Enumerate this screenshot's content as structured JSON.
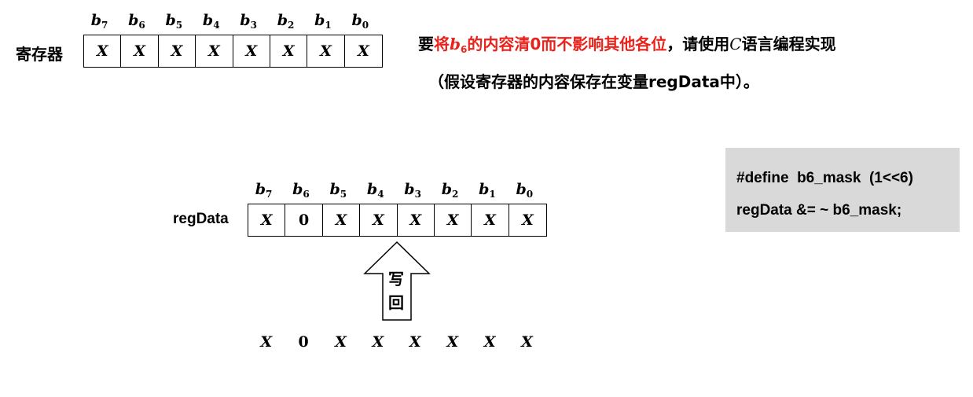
{
  "top_register": {
    "label": "寄存器",
    "bit_labels": [
      "b7",
      "b6",
      "b5",
      "b4",
      "b3",
      "b2",
      "b1",
      "b0"
    ],
    "values": [
      "X",
      "X",
      "X",
      "X",
      "X",
      "X",
      "X",
      "X"
    ]
  },
  "question": {
    "prefix": "要",
    "highlight_pre": "将",
    "highlight_var": "b",
    "highlight_sub": "6",
    "highlight_post": "的内容清0而不影响其他各位",
    "suffix_pre": "，请使用",
    "suffix_var": "C",
    "suffix_post": "语言编程实现",
    "line2": "（假设寄存器的内容保存在变量regData中）。"
  },
  "code": {
    "line1": "#define  b6_mask  (1<<6)",
    "line2": "regData &= ~ b6_mask;"
  },
  "result_register": {
    "label": "regData",
    "bit_labels": [
      "b7",
      "b6",
      "b5",
      "b4",
      "b3",
      "b2",
      "b1",
      "b0"
    ],
    "values": [
      "X",
      "0",
      "X",
      "X",
      "X",
      "X",
      "X",
      "X"
    ]
  },
  "arrow": {
    "text_top": "写",
    "text_bottom": "回"
  },
  "bottom_values": [
    "X",
    "0",
    "X",
    "X",
    "X",
    "X",
    "X",
    "X"
  ]
}
